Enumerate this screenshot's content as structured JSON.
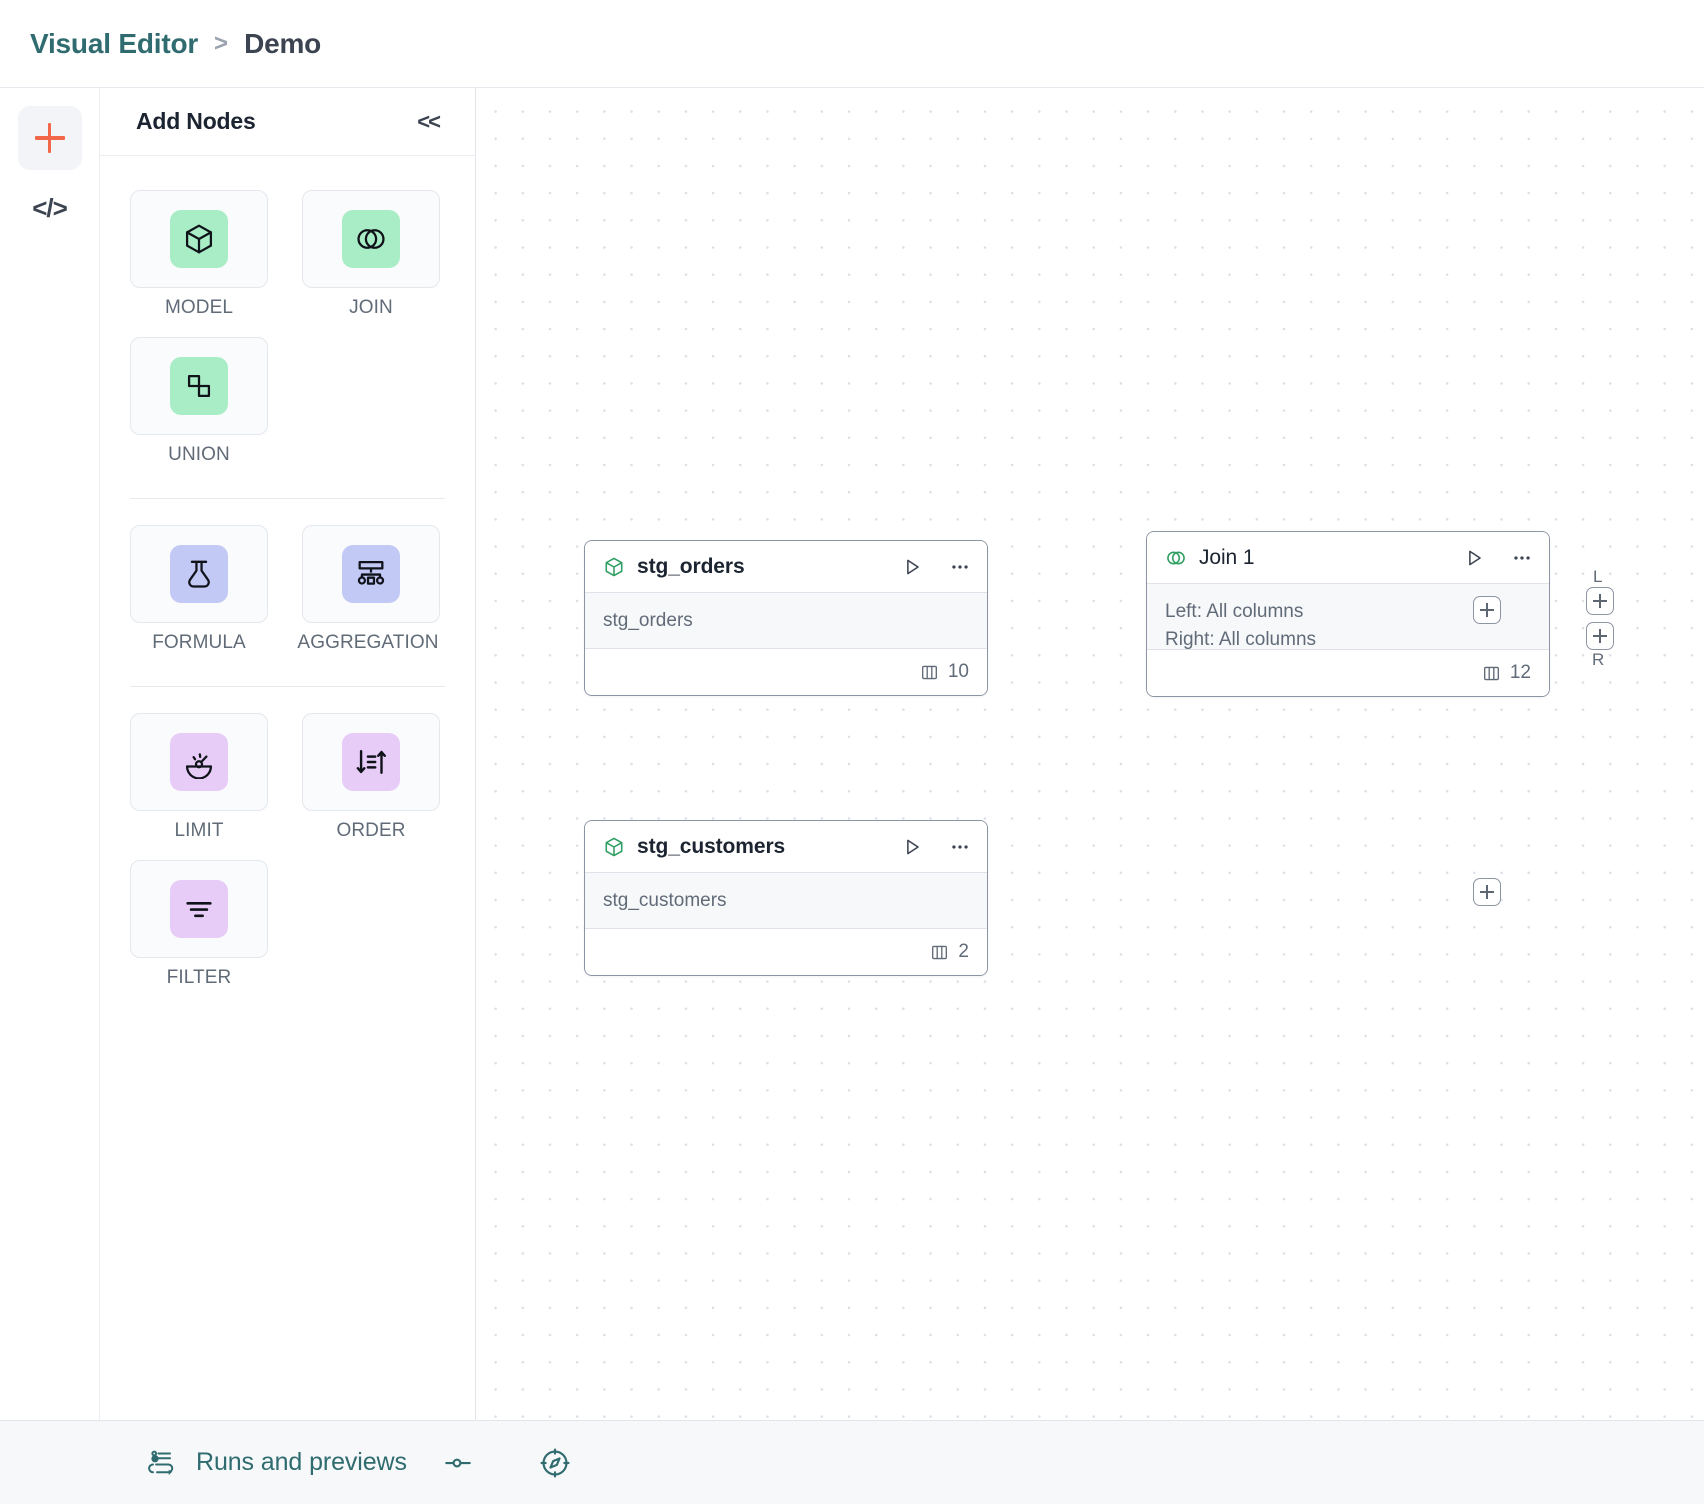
{
  "header": {
    "breadcrumb_root": "Visual Editor",
    "breadcrumb_separator": ">",
    "breadcrumb_leaf": "Demo"
  },
  "rail": {
    "add_icon": "plus-icon",
    "code_icon": "code-icon",
    "code_glyph": "</>"
  },
  "panel": {
    "title": "Add Nodes",
    "collapse_label": "<<",
    "groups": [
      {
        "items": [
          {
            "label": "MODEL",
            "icon": "cube-icon",
            "color": "green"
          },
          {
            "label": "JOIN",
            "icon": "venn-icon",
            "color": "green"
          },
          {
            "label": "UNION",
            "icon": "union-shapes-icon",
            "color": "green"
          }
        ]
      },
      {
        "items": [
          {
            "label": "FORMULA",
            "icon": "flask-icon",
            "color": "blue"
          },
          {
            "label": "AGGREGATION",
            "icon": "aggregation-tree-icon",
            "color": "blue"
          }
        ]
      },
      {
        "items": [
          {
            "label": "LIMIT",
            "icon": "gauge-icon",
            "color": "lilac"
          },
          {
            "label": "ORDER",
            "icon": "sort-icon",
            "color": "lilac"
          },
          {
            "label": "FILTER",
            "icon": "filter-lines-icon",
            "color": "lilac"
          }
        ]
      }
    ]
  },
  "canvas": {
    "nodes": [
      {
        "id": "stg_orders",
        "title": "stg_orders",
        "icon": "cube-icon",
        "body_lines": [
          "stg_orders"
        ],
        "column_count": "10",
        "run_icon": "play-icon",
        "menu_icon": "more-icon"
      },
      {
        "id": "join_1",
        "title": "Join 1",
        "icon": "venn-icon",
        "body_lines": [
          "Left: All columns",
          "Right: All columns"
        ],
        "column_count": "12",
        "run_icon": "play-icon",
        "menu_icon": "more-icon"
      },
      {
        "id": "stg_customers",
        "title": "stg_customers",
        "icon": "cube-icon",
        "body_lines": [
          "stg_customers"
        ],
        "column_count": "2",
        "run_icon": "play-icon",
        "menu_icon": "more-icon"
      }
    ],
    "ports": {
      "left_label": "L",
      "right_label": "R"
    }
  },
  "footer": {
    "runs_label": "Runs and previews",
    "runs_icon": "runs-flow-icon",
    "slider_icon": "slider-icon",
    "compass_icon": "compass-icon"
  },
  "colors": {
    "brand_teal": "#2f6b6f",
    "accent_orange": "#f2674a",
    "chip_green": "#a9edc6",
    "chip_blue": "#c2c9f5",
    "chip_lilac": "#e7ccf7",
    "node_border": "#8d94a3"
  }
}
